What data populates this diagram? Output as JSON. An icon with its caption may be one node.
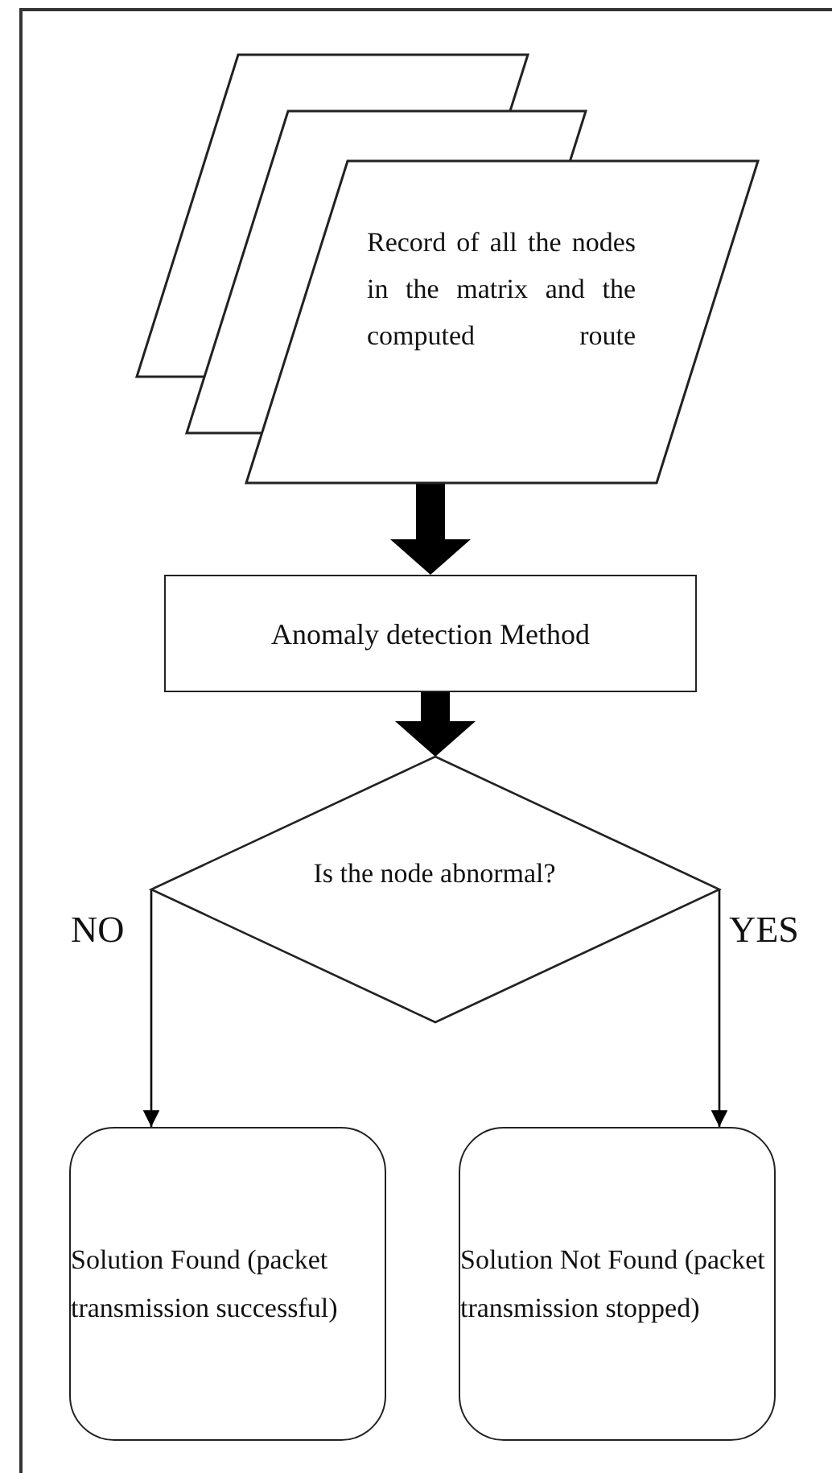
{
  "diagram": {
    "nodes": [
      {
        "text": [
          "Record of all the nodes in the matrix and the computed route"
        ]
      },
      {
        "text": [
          "Anomaly detection Method"
        ]
      },
      {
        "text": [
          "Is the node abnormal?"
        ]
      },
      {
        "text": [
          "Solution Found (packet transmission successful)"
        ]
      },
      {
        "text": [
          "Solution Not Found (packet transmission stopped)"
        ]
      }
    ],
    "edges": [
      {
        "from": 0,
        "to": 1,
        "arrow": "to",
        "style": "thick"
      },
      {
        "from": 1,
        "to": 2,
        "arrow": "to",
        "style": "thick"
      },
      {
        "from": 2,
        "to": 3,
        "arrow": "to",
        "label": "NO"
      },
      {
        "from": 2,
        "to": 4,
        "arrow": "to",
        "label": "YES"
      }
    ]
  }
}
